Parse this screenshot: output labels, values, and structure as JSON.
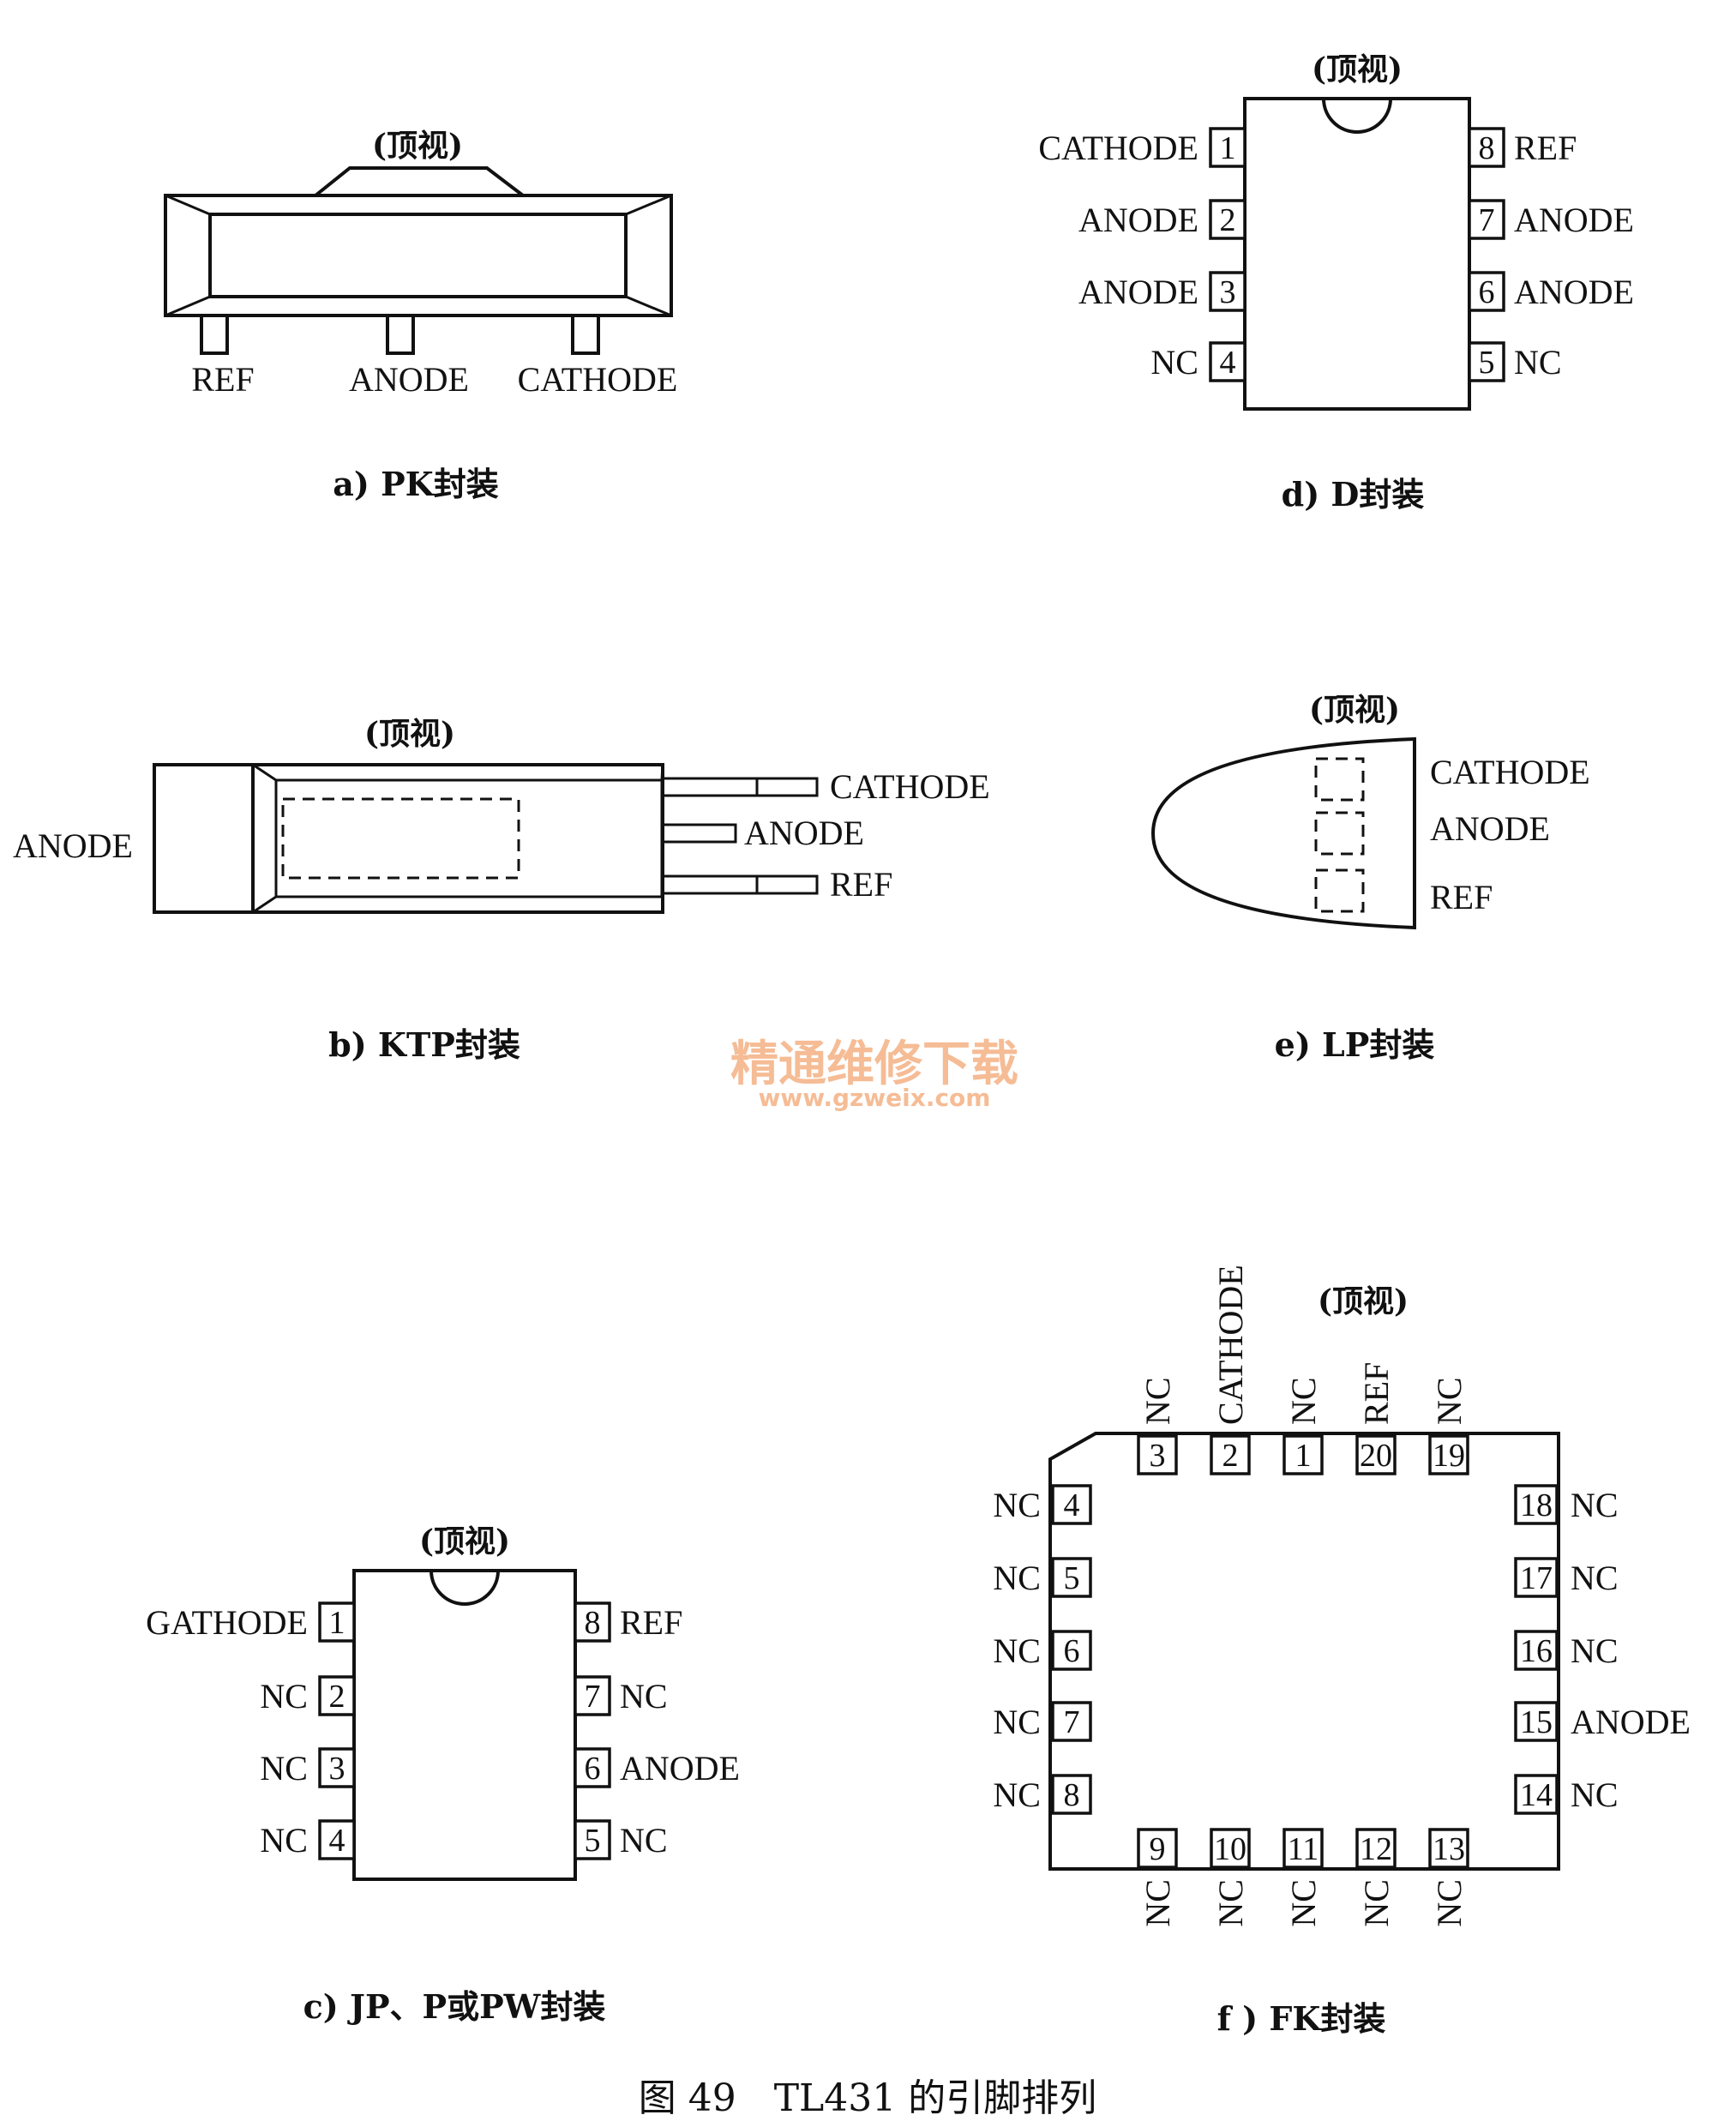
{
  "figure": {
    "caption": "图 49　TL431 的引脚排列",
    "top_view": "(顶视)"
  },
  "panel_a": {
    "caption": "a) PK封装",
    "pins": [
      "REF",
      "ANODE",
      "CATHODE"
    ]
  },
  "panel_b": {
    "caption": "b) KTP封装",
    "tab_pin": "ANODE",
    "pins": [
      "CATHODE",
      "ANODE",
      "REF"
    ]
  },
  "panel_c": {
    "caption": "c) JP、P或PW封装",
    "left": [
      {
        "n": "1",
        "name": "GATHODE"
      },
      {
        "n": "2",
        "name": "NC"
      },
      {
        "n": "3",
        "name": "NC"
      },
      {
        "n": "4",
        "name": "NC"
      }
    ],
    "right": [
      {
        "n": "8",
        "name": "REF"
      },
      {
        "n": "7",
        "name": "NC"
      },
      {
        "n": "6",
        "name": "ANODE"
      },
      {
        "n": "5",
        "name": "NC"
      }
    ]
  },
  "panel_d": {
    "caption": "d) D封装",
    "left": [
      {
        "n": "1",
        "name": "CATHODE"
      },
      {
        "n": "2",
        "name": "ANODE"
      },
      {
        "n": "3",
        "name": "ANODE"
      },
      {
        "n": "4",
        "name": "NC"
      }
    ],
    "right": [
      {
        "n": "8",
        "name": "REF"
      },
      {
        "n": "7",
        "name": "ANODE"
      },
      {
        "n": "6",
        "name": "ANODE"
      },
      {
        "n": "5",
        "name": "NC"
      }
    ]
  },
  "panel_e": {
    "caption": "e) LP封装",
    "pins": [
      "CATHODE",
      "ANODE",
      "REF"
    ]
  },
  "panel_f": {
    "caption": "f ) FK封装",
    "top": [
      {
        "n": "3",
        "name": "NC"
      },
      {
        "n": "2",
        "name": "CATHODE"
      },
      {
        "n": "1",
        "name": "NC"
      },
      {
        "n": "20",
        "name": "REF"
      },
      {
        "n": "19",
        "name": "NC"
      }
    ],
    "left": [
      {
        "n": "4",
        "name": "NC"
      },
      {
        "n": "5",
        "name": "NC"
      },
      {
        "n": "6",
        "name": "NC"
      },
      {
        "n": "7",
        "name": "NC"
      },
      {
        "n": "8",
        "name": "NC"
      }
    ],
    "right": [
      {
        "n": "18",
        "name": "NC"
      },
      {
        "n": "17",
        "name": "NC"
      },
      {
        "n": "16",
        "name": "NC"
      },
      {
        "n": "15",
        "name": "ANODE"
      },
      {
        "n": "14",
        "name": "NC"
      }
    ],
    "bottom": [
      {
        "n": "9",
        "name": "NC"
      },
      {
        "n": "10",
        "name": "NC"
      },
      {
        "n": "11",
        "name": "NC"
      },
      {
        "n": "12",
        "name": "NC"
      },
      {
        "n": "13",
        "name": "NC"
      }
    ]
  },
  "watermark": {
    "line1": "精通维修下载",
    "line2": "www.gzweix.com"
  }
}
